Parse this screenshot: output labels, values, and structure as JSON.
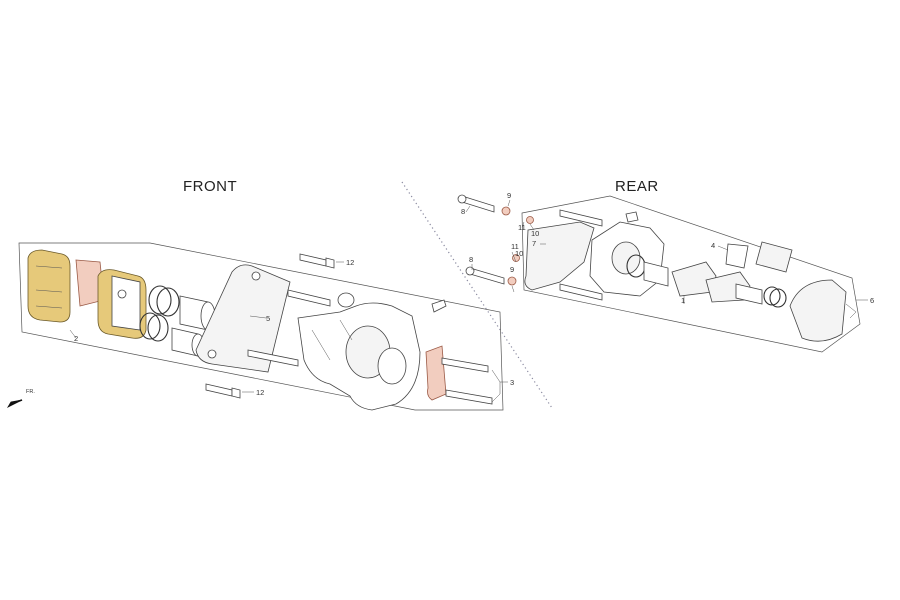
{
  "sections": {
    "front_title": "FRONT",
    "rear_title": "REAR"
  },
  "direction_label": "FR.",
  "callouts": {
    "front": [
      "2",
      "5",
      "12",
      "12",
      "3"
    ],
    "rear": [
      "8",
      "9",
      "11",
      "10",
      "7",
      "11",
      "10",
      "8",
      "9",
      "4",
      "1",
      "6"
    ]
  },
  "colors": {
    "pad": "#e6c97a",
    "shim": "#f2cdbf",
    "line": "#444444"
  }
}
